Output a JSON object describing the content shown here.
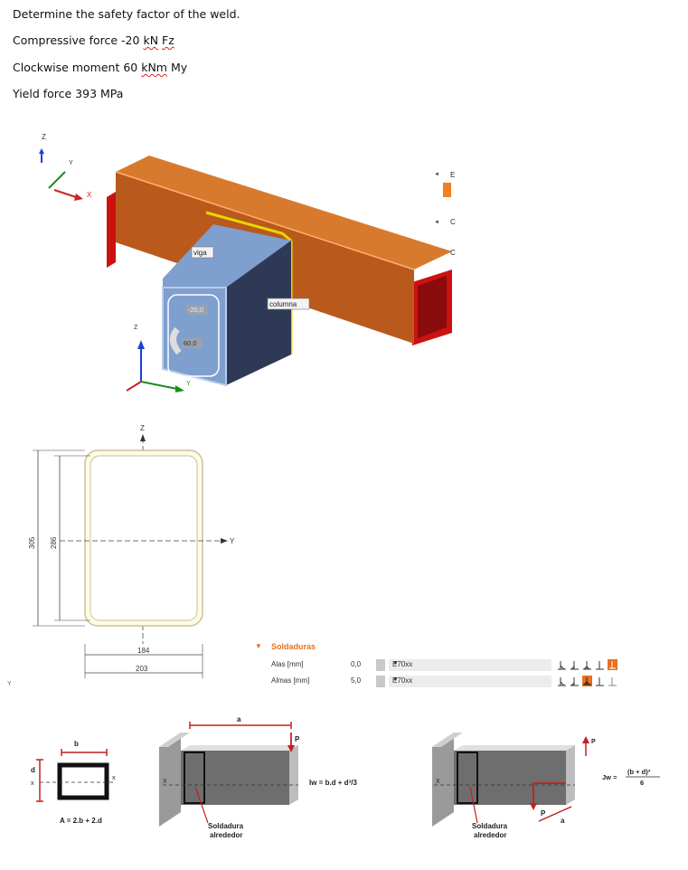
{
  "problem": {
    "line1": "Determine the safety factor of the weld.",
    "line2_prefix": "Compressive force -20 ",
    "line2_unit": "kN",
    "line2_suffix_pre": " ",
    "line2_axis": "Fz",
    "line3_prefix": "Clockwise moment 60 ",
    "line3_unit": "kNm",
    "line3_suffix": " My",
    "line4": "Yield force 393 MPa"
  },
  "model3d": {
    "axis_top": {
      "z": "Z",
      "y": "Y",
      "x": "X"
    },
    "axis_mid": {
      "z": "Z",
      "y": "Y"
    },
    "label_beam": "viga",
    "label_column": "columna",
    "load_force": "-20,0",
    "load_moment": "60,0",
    "side_letters": [
      "E",
      "C",
      "C"
    ],
    "colors": {
      "beam": "#c8611f",
      "column": "#7f9fcf",
      "red_plate": "#cc1111"
    }
  },
  "section": {
    "axis_z": "Z",
    "axis_y": "Y",
    "dim_width_inner": "184",
    "dim_width_outer": "203",
    "dim_height_outer": "305",
    "dim_height_inner": "286",
    "small_y": "Y"
  },
  "welds_panel": {
    "title": "Soldaduras",
    "rows": [
      {
        "label": "Alas [mm]",
        "value": "0,0",
        "material": "E70xx"
      },
      {
        "label": "Almas [mm]",
        "value": "5,0",
        "material": "E70xx"
      }
    ],
    "accent": "#e8701f"
  },
  "bottom": {
    "fig1": {
      "b": "b",
      "d": "d",
      "x": "x",
      "formula": "A = 2.b + 2.d"
    },
    "fig2": {
      "a": "a",
      "p": "P",
      "x": "X",
      "weld_label_1": "Soldadura",
      "weld_label_2": "alrededor",
      "formula": "Iw = b.d + d³/3"
    },
    "fig3": {
      "p": "P",
      "a": "a",
      "x": "X",
      "weld_label_1": "Soldadura",
      "weld_label_2": "alrededor",
      "formula_lhs": "Jw =",
      "formula_num": "(b + d)³",
      "formula_den": "6"
    }
  }
}
